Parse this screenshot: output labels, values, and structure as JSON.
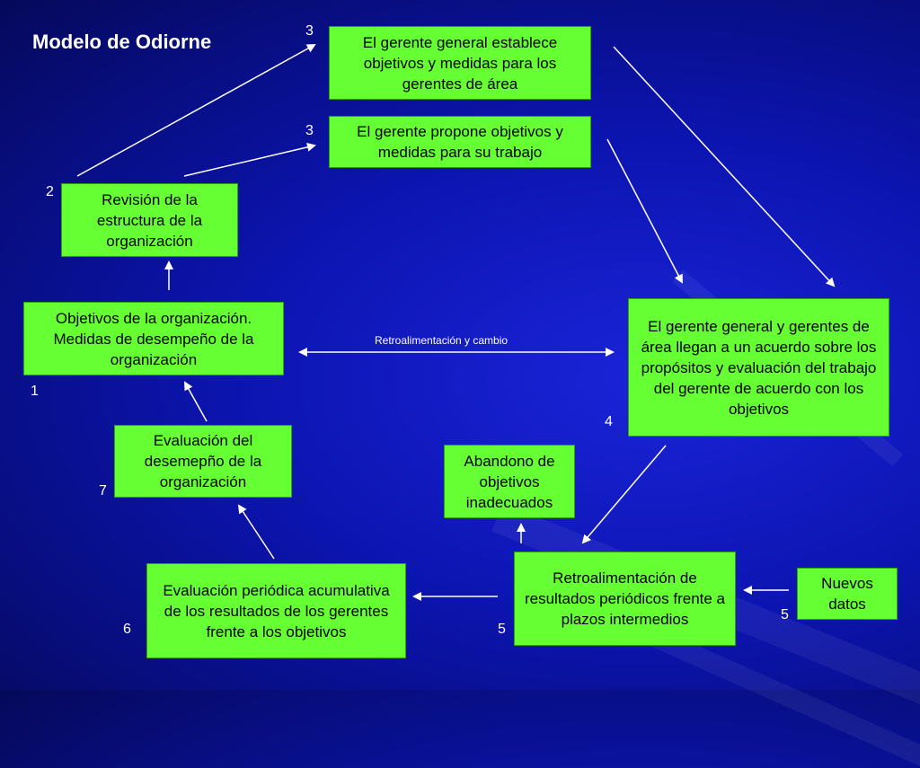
{
  "title": "Modelo de Odiorne",
  "colors": {
    "box_fill": "#66ff33",
    "background": "#0c14b0",
    "arrow": "#ffffff"
  },
  "nodes": {
    "gg_establece": {
      "text": "El gerente general establece objetivos y medidas para los gerentes de área",
      "step": "3"
    },
    "gerente_propone": {
      "text": "El gerente propone objetivos y medidas para su trabajo",
      "step": "3"
    },
    "revision": {
      "text": "Revisión de la estructura de la organización",
      "step": "2"
    },
    "objetivos_org": {
      "text": "Objetivos de la organización. Medidas de desempeño de la organización",
      "step": "1"
    },
    "acuerdo": {
      "text": "El gerente general y gerentes de área llegan a un acuerdo sobre los propósitos y evaluación del trabajo del gerente de acuerdo con los objetivos",
      "step": "4"
    },
    "evaluacion_desempeno": {
      "text": "Evaluación del desemepño de la organización",
      "step": "7"
    },
    "abandono": {
      "text": "Abandono de objetivos inadecuados"
    },
    "evaluacion_periodica": {
      "text": "Evaluación periódica acumulativa de los resultados de los gerentes frente a los objetivos",
      "step": "6"
    },
    "retroalimentacion_resultados": {
      "text": "Retroalimentación de resultados periódicos frente a plazos intermedios",
      "step": "5"
    },
    "nuevos_datos": {
      "text": "Nuevos datos",
      "step": "5"
    }
  },
  "edge_labels": {
    "feedback": "Retroalimentación y cambio"
  }
}
